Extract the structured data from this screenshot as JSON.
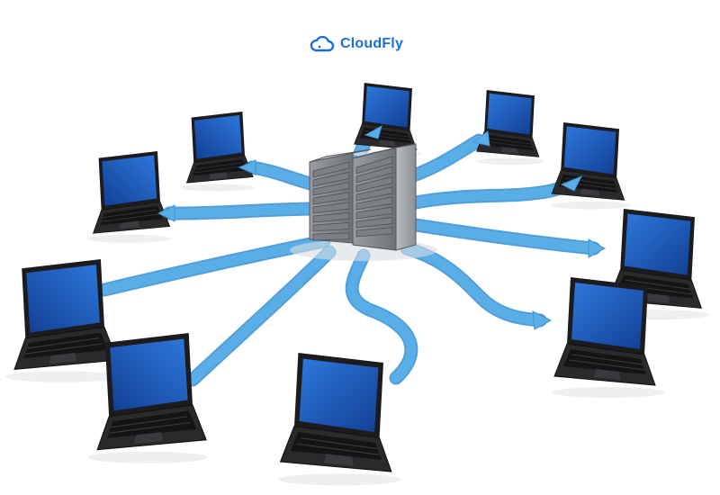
{
  "brand": {
    "name": "CloudFly",
    "icon": "cloud-icon",
    "color": "#1c6fd9"
  },
  "diagram": {
    "center_node": "server-rack",
    "client_node": "laptop",
    "client_count": 10,
    "colors": {
      "flow": "#5aaee8",
      "flow_edge": "#3f93d3",
      "screen": "#1f5ec8",
      "laptop_body": "#1c1c1e",
      "server_body": "#8a8d91"
    }
  }
}
